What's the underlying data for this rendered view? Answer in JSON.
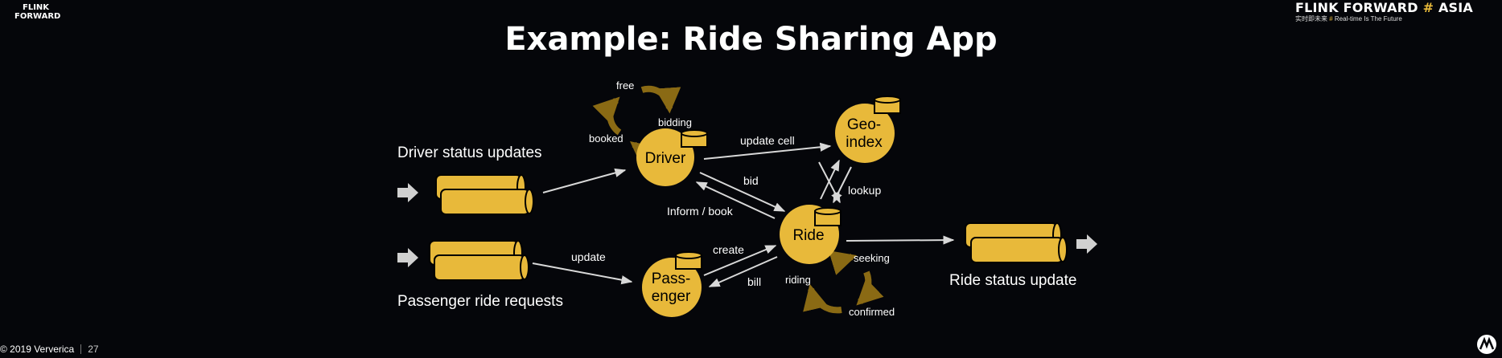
{
  "header": {
    "logo_left_line1": "FLINK",
    "logo_left_line2": "FORWARD",
    "logo_right_main": "FLINK FORWARD",
    "logo_right_hash": "#",
    "logo_right_region": "ASIA",
    "logo_right_sub_cn": "实时即未来",
    "logo_right_sub_en": "Real-time Is The Future"
  },
  "title": "Example: Ride Sharing App",
  "diagram": {
    "inputs": {
      "driver": "Driver status updates",
      "passenger": "Passenger ride requests"
    },
    "output": "Ride status update",
    "nodes": {
      "driver": "Driver",
      "geo_line1": "Geo-",
      "geo_line2": "index",
      "ride": "Ride",
      "passenger_line1": "Pass-",
      "passenger_line2": "enger"
    },
    "edges": {
      "update_cell": "update cell",
      "bid": "bid",
      "inform_book": "Inform / book",
      "lookup": "lookup",
      "update": "update",
      "create": "create",
      "bill": "bill"
    },
    "driver_states": [
      "free",
      "bidding",
      "booked"
    ],
    "ride_states": [
      "seeking",
      "confirmed",
      "riding"
    ]
  },
  "footer": {
    "copyright": "© 2019 Ververica",
    "page": "27"
  }
}
